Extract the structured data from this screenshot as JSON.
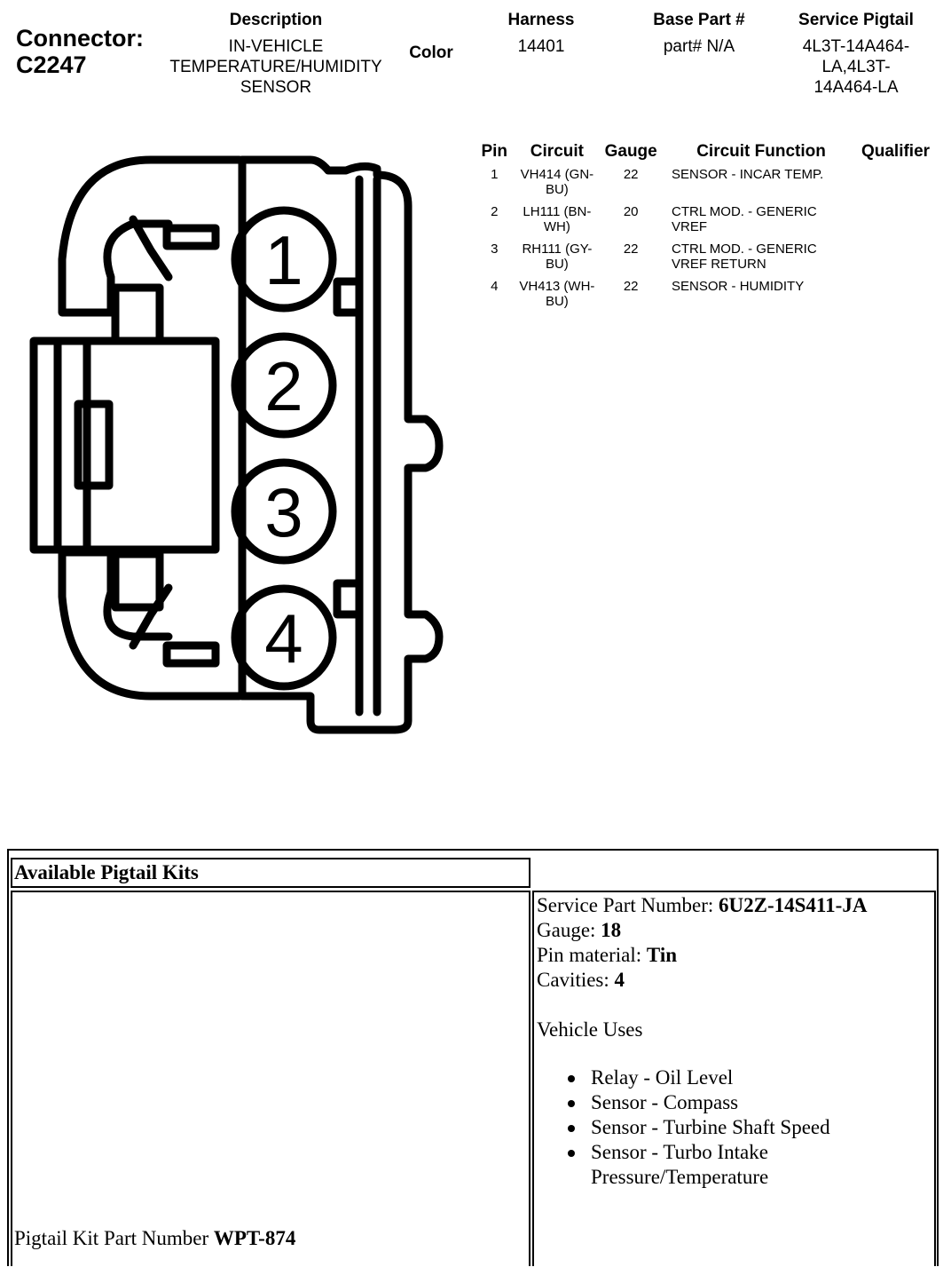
{
  "connector": {
    "label_line1": "Connector:",
    "label_line2": "C2247"
  },
  "header": {
    "description_heading": "Description",
    "description_line1": "IN-VEHICLE",
    "description_line2": "TEMPERATURE/HUMIDITY",
    "description_line3": "SENSOR",
    "color_heading": "Color",
    "harness_heading": "Harness",
    "harness_value": "14401",
    "base_part_heading": "Base Part #",
    "base_part_value": "part# N/A",
    "service_pigtail_heading": "Service Pigtail",
    "service_pigtail_line1": "4L3T-14A464-",
    "service_pigtail_line2": "LA,4L3T-",
    "service_pigtail_line3": "14A464-LA"
  },
  "pin_table": {
    "headers": [
      "Pin",
      "Circuit",
      "Gauge",
      "Circuit Function",
      "Qualifier"
    ],
    "rows": [
      {
        "pin": "1",
        "circuit": "VH414 (GN-BU)",
        "gauge": "22",
        "function": "SENSOR - INCAR TEMP.",
        "qualifier": ""
      },
      {
        "pin": "2",
        "circuit": "LH111 (BN-WH)",
        "gauge": "20",
        "function": "CTRL MOD. - GENERIC VREF",
        "qualifier": ""
      },
      {
        "pin": "3",
        "circuit": "RH111 (GY-BU)",
        "gauge": "22",
        "function": "CTRL MOD. - GENERIC VREF RETURN",
        "qualifier": ""
      },
      {
        "pin": "4",
        "circuit": "VH413 (WH-BU)",
        "gauge": "22",
        "function": "SENSOR - HUMIDITY",
        "qualifier": ""
      }
    ]
  },
  "diagram": {
    "pin_numbers": [
      "1",
      "2",
      "3",
      "4"
    ]
  },
  "pigtail": {
    "section_title": "Available Pigtail Kits",
    "service_part_label": "Service Part Number: ",
    "service_part_value": "6U2Z-14S411-JA",
    "gauge_label": "Gauge: ",
    "gauge_value": "18",
    "pin_material_label": "Pin material: ",
    "pin_material_value": "Tin",
    "cavities_label": "Cavities: ",
    "cavities_value": "4",
    "vehicle_uses_heading": "Vehicle Uses",
    "vehicle_uses": [
      "Relay - Oil Level",
      "Sensor - Compass",
      "Sensor - Turbine Shaft Speed",
      "Sensor - Turbo Intake Pressure/Temperature"
    ],
    "kit_part_label": "Pigtail Kit Part Number ",
    "kit_part_value": "WPT-874"
  }
}
